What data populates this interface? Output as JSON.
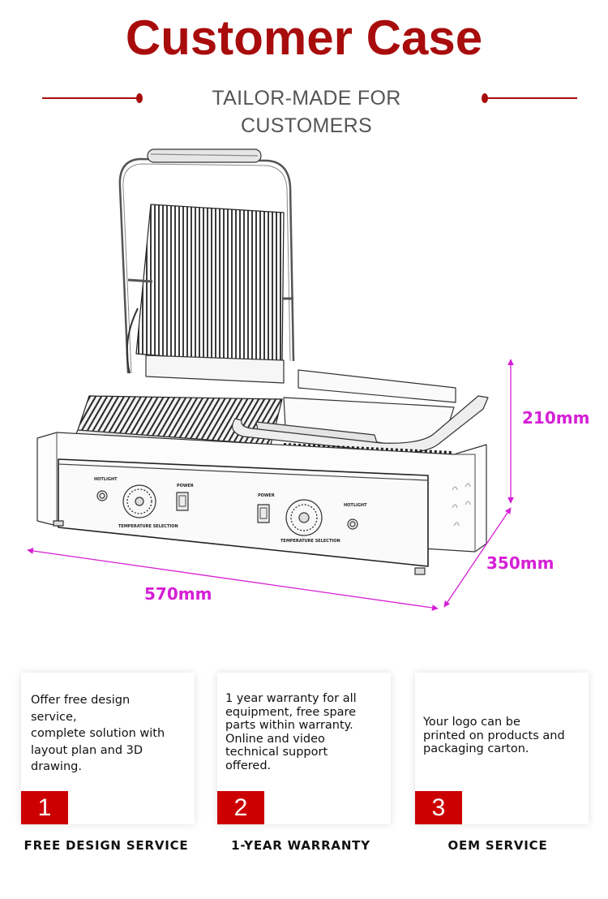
{
  "header": {
    "title": "Customer Case",
    "subtitle": "TAILOR-MADE FOR CUSTOMERS",
    "accent_color": "#a80c0c"
  },
  "product": {
    "name_icon": "double-contact-grill-illustration",
    "panel_labels": {
      "left_light": "HOTLIGHT",
      "left_power": "POWER",
      "left_dial": "TEMPERATURE SELECTION",
      "right_power": "POWER",
      "right_light": "HOTLIGHT",
      "right_dial": "TEMPERATURE SELECTION"
    },
    "dimensions": {
      "width": "570mm",
      "depth": "350mm",
      "height": "210mm",
      "color": "#d61fd6"
    }
  },
  "services": [
    {
      "number": "1",
      "text": "Offer free design\nservice,\ncomplete solution with\nlayout plan and 3D\ndrawing.",
      "label": "FREE DESIGN SERVICE"
    },
    {
      "number": "2",
      "text": "1 year warranty for all\nequipment, free spare\nparts within warranty.\nOnline and video\ntechnical support\noffered.",
      "label": "1-YEAR WARRANTY"
    },
    {
      "number": "3",
      "text": "Your logo can be\nprinted on products and\npackaging carton.",
      "label": "OEM SERVICE"
    }
  ],
  "badge_color": "#cc0000"
}
